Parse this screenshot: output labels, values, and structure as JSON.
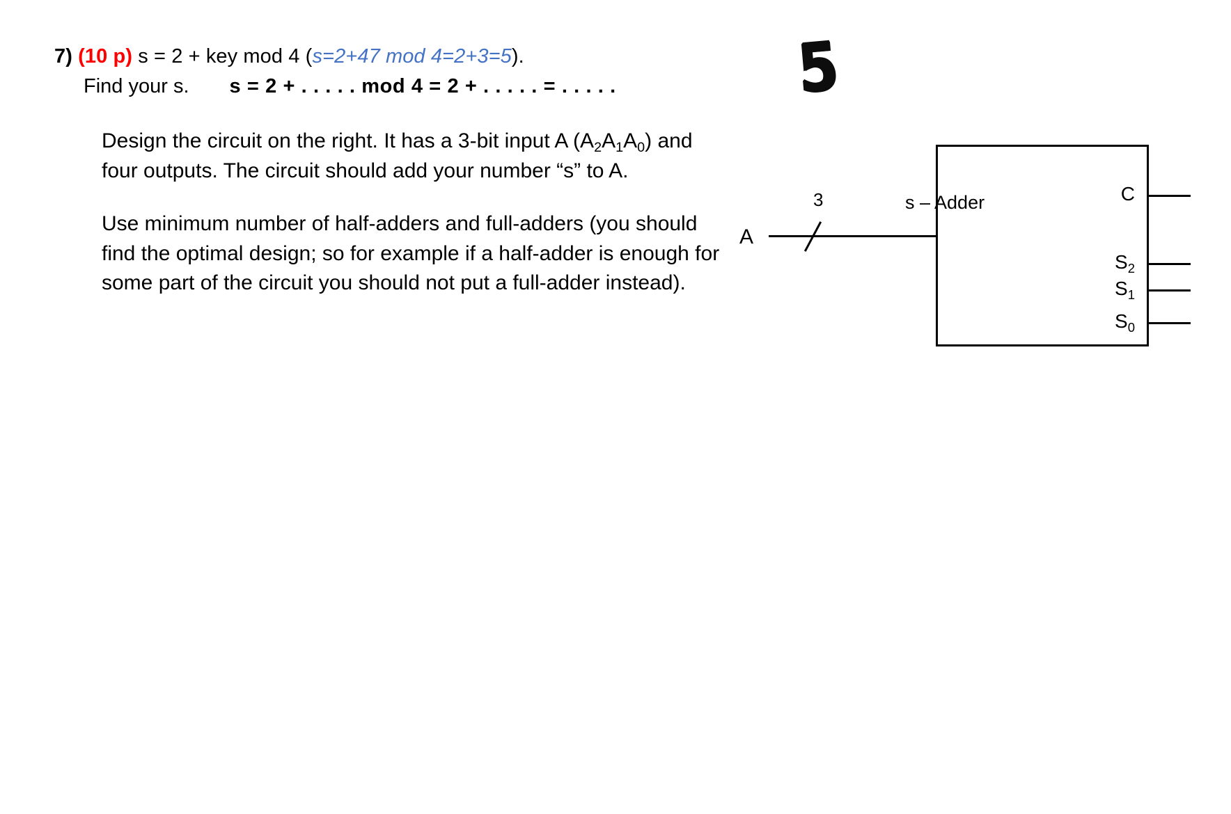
{
  "question": {
    "number": "7)",
    "points": "(10 p)",
    "statement": "s = 2 + key mod 4 (",
    "example": "s=2+47 mod 4=2+3=5",
    "close": ").",
    "find_label": "Find your s.",
    "fill_expression": "s = 2 +  . . . . . mod 4 = 2 +  . . . . .  = . . . . .",
    "handwritten_answer": "5"
  },
  "body": {
    "paragraph_1_part_1": "Design the circuit on the right. It has a 3-bit input A (A",
    "paragraph_1_sub_2": "2",
    "paragraph_1_part_2": "A",
    "paragraph_1_sub_1": "1",
    "paragraph_1_part_3": "A",
    "paragraph_1_sub_0": "0",
    "paragraph_1_part_4": ") and four outputs. The circuit should add your number “s” to A.",
    "paragraph_2": "Use minimum number of half-adders and full-adders (you should find the optimal design; so for example if a half-adder is enough for some part of the circuit you should not put a full-adder instead)."
  },
  "circuit": {
    "block_label": "s – Adder",
    "input_label": "A",
    "bus_width": "3",
    "outputs": [
      {
        "name": "C",
        "label": "C"
      },
      {
        "name": "S2",
        "label": "S",
        "sub": "2"
      },
      {
        "name": "S1",
        "label": "S",
        "sub": "1"
      },
      {
        "name": "S0",
        "label": "S",
        "sub": "0"
      }
    ],
    "output_labels": {
      "c": "C",
      "s2_base": "S",
      "s2_sub": "2",
      "s1_base": "S",
      "s1_sub": "1",
      "s0_base": "S",
      "s0_sub": "0"
    }
  },
  "colors": {
    "points_red": "#ff0000",
    "example_blue": "#4472c4",
    "ink_black": "#000000",
    "page_white": "#ffffff"
  }
}
